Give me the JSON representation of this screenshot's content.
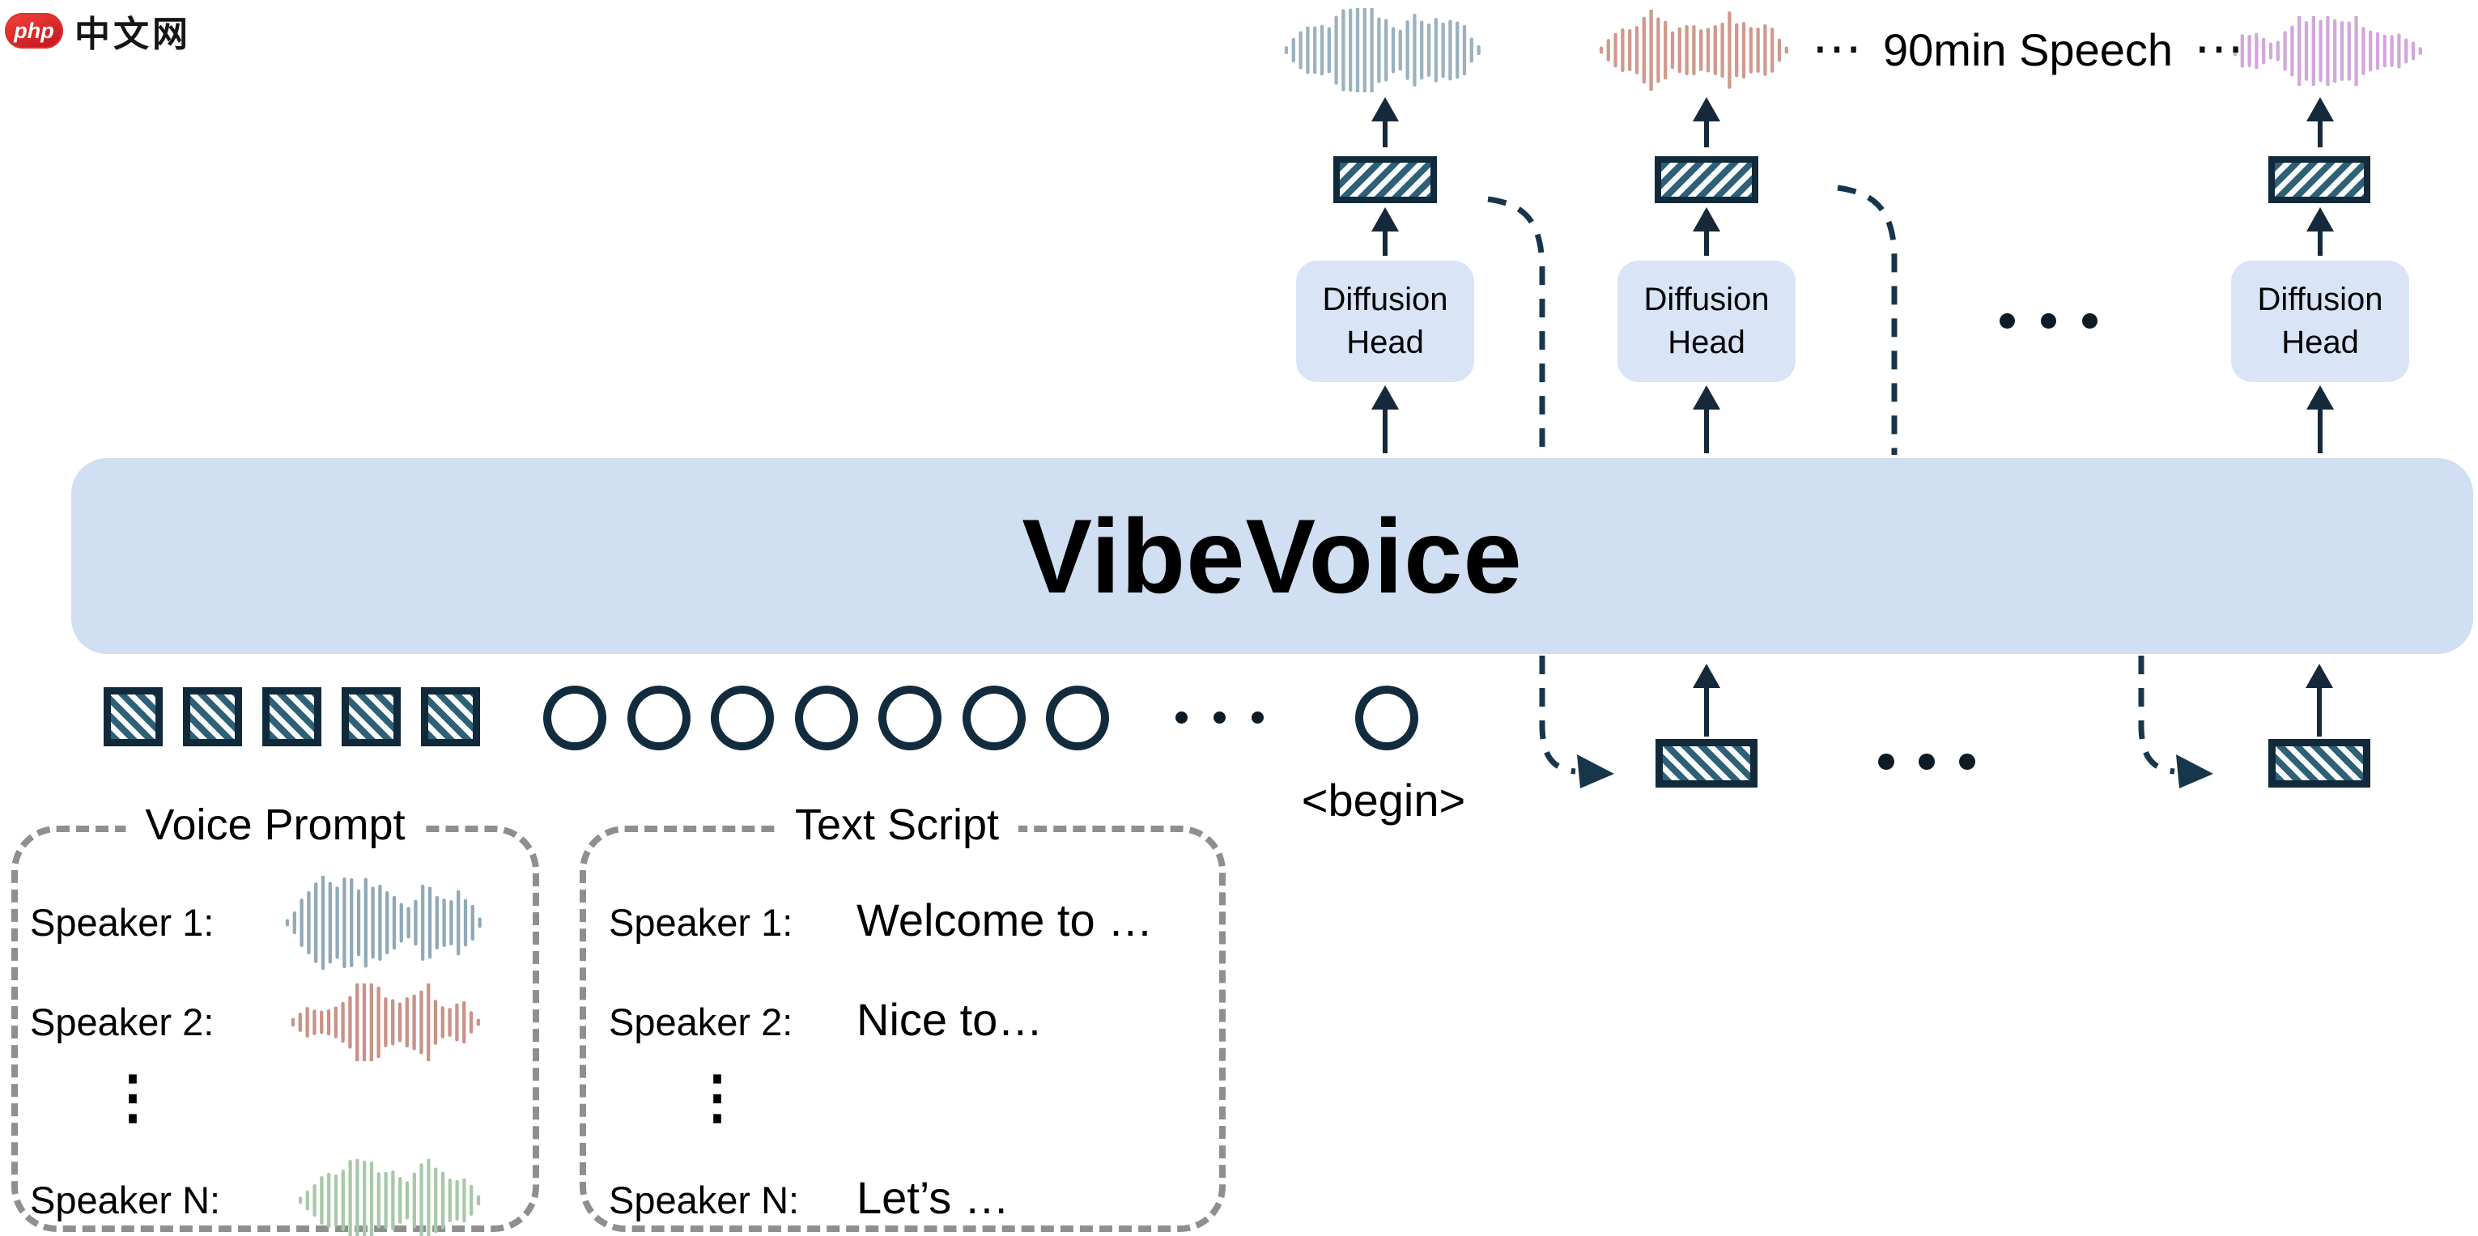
{
  "watermark": {
    "badge": "php",
    "text": "中文网",
    "badge_color": "#e0322a"
  },
  "colors": {
    "navy": "#102a3c",
    "teal_stripe": "#2e6076",
    "backbone_fill": "#d0dff1",
    "diffusion_fill": "#d9e5f7",
    "dashed_gray": "#8f8f8f"
  },
  "top_output": {
    "ellipsis": "⋯",
    "label": "90min Speech",
    "waves": [
      {
        "name": "speech-wave-1",
        "color": "#9bb1bf"
      },
      {
        "name": "speech-wave-2",
        "color": "#d0998d"
      },
      {
        "name": "speech-wave-3",
        "color": "#d2a8da"
      }
    ]
  },
  "diffusion_heads": [
    {
      "label": "Diffusion Head"
    },
    {
      "label": "Diffusion Head"
    },
    {
      "label": "Diffusion Head"
    }
  ],
  "backbone": {
    "label": "VibeVoice"
  },
  "mid_ellipsis": "• • •",
  "input_tokens": {
    "acoustic_count": 5,
    "text_count": 7,
    "ellipsis": "···",
    "begin_label": "<begin>"
  },
  "voice_prompt": {
    "title": "Voice Prompt",
    "rows": [
      {
        "label": "Speaker 1:",
        "wave_color": "#8fa9b9"
      },
      {
        "label": "Speaker 2:",
        "wave_color": "#cb9187"
      },
      {
        "label": "⋮",
        "wave_color": ""
      },
      {
        "label": "Speaker N:",
        "wave_color": "#a8c8a8"
      }
    ]
  },
  "text_script": {
    "title": "Text Script",
    "rows": [
      {
        "label": "Speaker 1:",
        "text": "Welcome to …"
      },
      {
        "label": "Speaker 2:",
        "text": "Nice to…"
      },
      {
        "label": "⋮",
        "text": ""
      },
      {
        "label": "Speaker N:",
        "text": "Let’s …"
      }
    ]
  }
}
